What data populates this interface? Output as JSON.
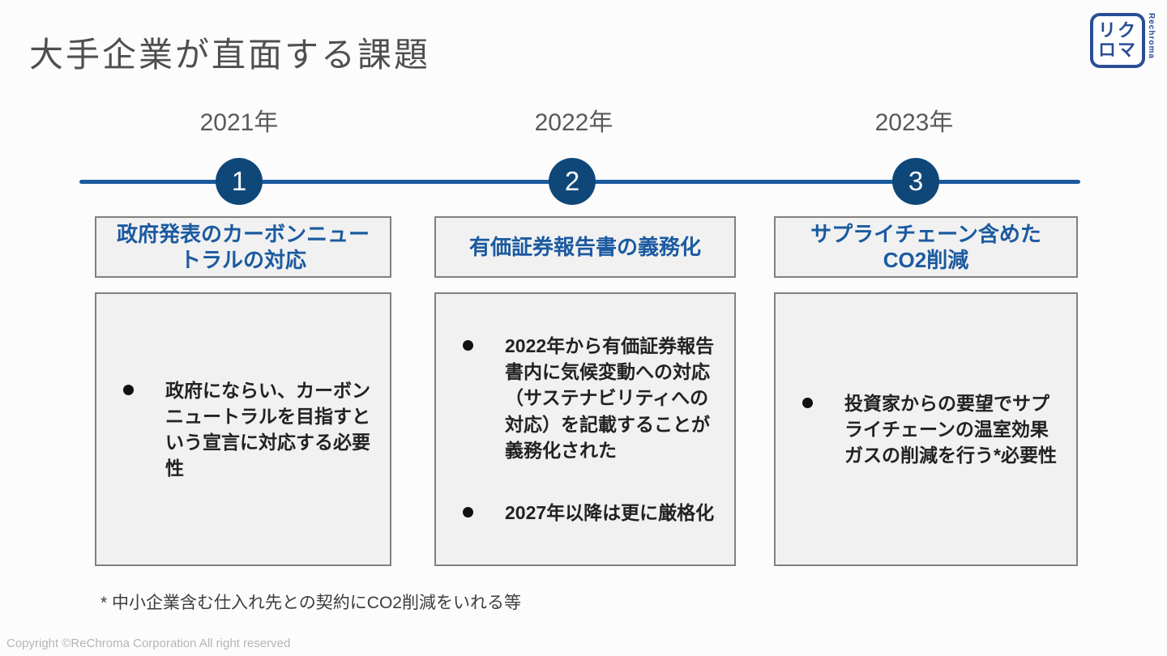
{
  "slide": {
    "title": "大手企業が直面する課題",
    "footnote": "* 中小企業含む仕入れ先との契約にCO2削減をいれる等",
    "copyright": "Copyright ©ReChroma Corporation All right reserved"
  },
  "logo": {
    "row1": "リク",
    "row2": "ロマ",
    "side_text": "Rechroma"
  },
  "timeline": {
    "milestones": [
      {
        "year": "2021年",
        "number": "1"
      },
      {
        "year": "2022年",
        "number": "2"
      },
      {
        "year": "2023年",
        "number": "3"
      }
    ]
  },
  "columns": [
    {
      "header": "政府発表のカーボンニュー\nトラルの対応",
      "bullets": [
        "政府にならい、カーボンニュートラルを目指すという宣言に対応する必要性"
      ]
    },
    {
      "header": "有価証券報告書の義務化",
      "bullets": [
        "2022年から有価証券報告書内に気候変動への対応（サステナビリティへの対応）を記載することが義務化された",
        "2027年以降は更に厳格化"
      ]
    },
    {
      "header": "サプライチェーン含めた\nCO2削減",
      "bullets": [
        "投資家からの要望でサプライチェーンの温室効果ガスの削減を行う*必要性"
      ]
    }
  ],
  "colors": {
    "circle_navy": "#0f4779",
    "timeline_blue": "#1a5a9e",
    "header_blue": "#1b5aa0",
    "logo_navy": "#2a4e96",
    "box_background": "#f1f1f1",
    "box_border": "#808080"
  }
}
